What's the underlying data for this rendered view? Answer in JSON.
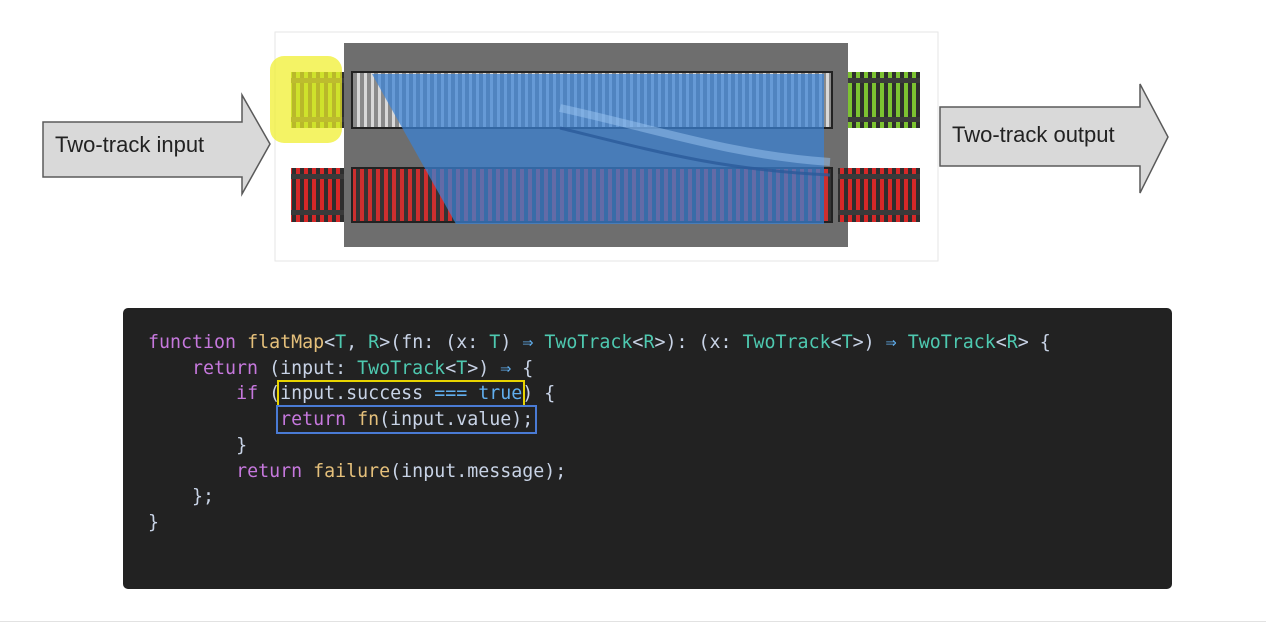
{
  "diagram": {
    "input_label": "Two-track input",
    "output_label": "Two-track output",
    "colors": {
      "success_track": "#7cc231",
      "failure_track": "#d62828",
      "overlay_blue": "#3a82d6",
      "highlight_yellow": "#f0ee2a",
      "box_gray": "#6e6e6e"
    }
  },
  "code": {
    "line1": {
      "kw": "function",
      "name": "flatMap",
      "lt1": "<",
      "T1": "T",
      "comma": ", ",
      "R1": "R",
      "gt1": ">",
      "open": "(",
      "fnparam": "fn",
      "colon1": ": (",
      "x1": "x",
      "colon2": ": ",
      "T2": "T",
      "close1": ") ",
      "arrow1": "⇒",
      "sp1": " ",
      "tt1": "TwoTrack",
      "lt2": "<",
      "R2": "R",
      "gt2": ">",
      "close2": "): (",
      "x2": "x",
      "colon3": ": ",
      "tt2": "TwoTrack",
      "lt3": "<",
      "T3": "T",
      "gt3": ">",
      "close3": ") ",
      "arrow2": "⇒",
      "sp2": " ",
      "tt3": "TwoTrack",
      "lt4": "<",
      "R3": "R",
      "gt4": ">",
      "brace": " {"
    },
    "line2": {
      "kw": "return",
      "open": " (",
      "input": "input",
      "colon": ": ",
      "tt": "TwoTrack",
      "lt": "<",
      "T": "T",
      "gt": ">",
      "close": ") ",
      "arrow": "⇒",
      "brace": " {"
    },
    "line3": {
      "kw": "if",
      "open": " (",
      "cond_a": "input.success ",
      "eq": "===",
      "sp": " ",
      "true": "true",
      "close": ") {"
    },
    "line4": {
      "kw": "return",
      "sp": " ",
      "call": "fn",
      "args": "(input.value);"
    },
    "line5": "}",
    "line6": {
      "kw": "return",
      "sp": " ",
      "call": "failure",
      "args": "(input.message);"
    },
    "line7": "};",
    "line8": "}"
  }
}
